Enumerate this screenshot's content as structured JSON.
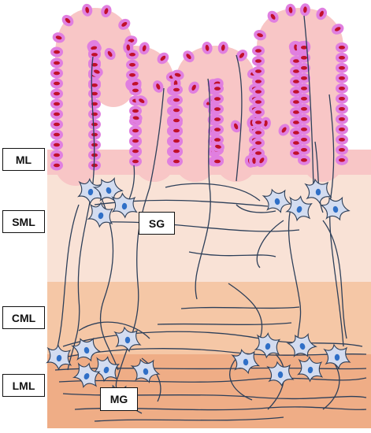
{
  "layers": {
    "ml": "ML",
    "sml": "SML",
    "cml": "CML",
    "lml": "LML"
  },
  "ganglia": {
    "submucosal": "SG",
    "myenteric": "MG"
  },
  "colors": {
    "mucosa": "#f8c6c6",
    "submucosa": "#f9e2d6",
    "circular_muscle": "#f5c7a6",
    "longitudinal_muscle": "#efad86",
    "epithelial_cell": "#e07fe0",
    "epithelial_nucleus": "#c0102a",
    "neuron_body": "#d3dcf0",
    "neuron_nucleus": "#2f6fc7",
    "nerve_fiber": "#2d3f59"
  }
}
